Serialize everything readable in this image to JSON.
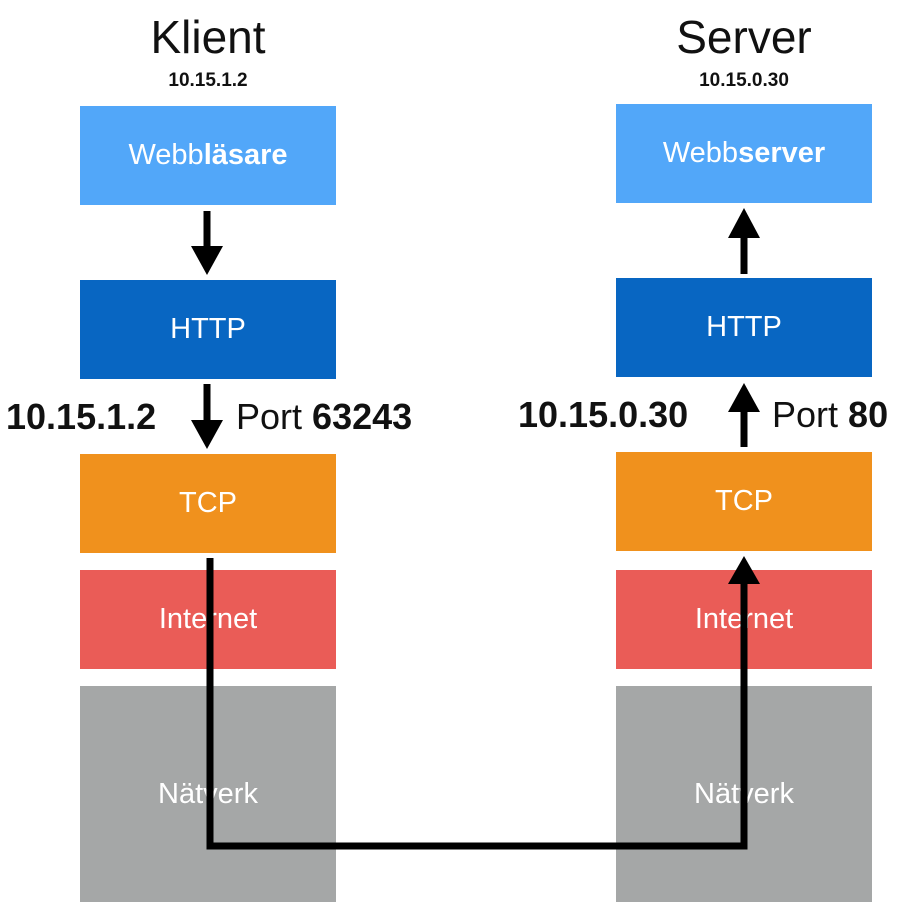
{
  "client": {
    "title": "Klient",
    "ip": "10.15.1.2",
    "app_prefix": "Webb",
    "app_bold": "läsare",
    "http_label": "HTTP",
    "tcp_label": "TCP",
    "internet_label": "Internet",
    "network_label": "Nätverk",
    "tcp_ip": "10.15.1.2",
    "port_prefix": "Port",
    "port_number": "63243"
  },
  "server": {
    "title": "Server",
    "ip": "10.15.0.30",
    "app_prefix": "Webb",
    "app_bold": "server",
    "http_label": "HTTP",
    "tcp_label": "TCP",
    "internet_label": "Internet",
    "network_label": "Nätverk",
    "tcp_ip": "10.15.0.30",
    "port_prefix": "Port",
    "port_number": "80"
  },
  "colors": {
    "application": "#52a7f9",
    "http": "#0866c2",
    "tcp": "#f0911d",
    "internet": "#ea5c57",
    "network": "#a5a7a7",
    "arrow": "#000000"
  }
}
